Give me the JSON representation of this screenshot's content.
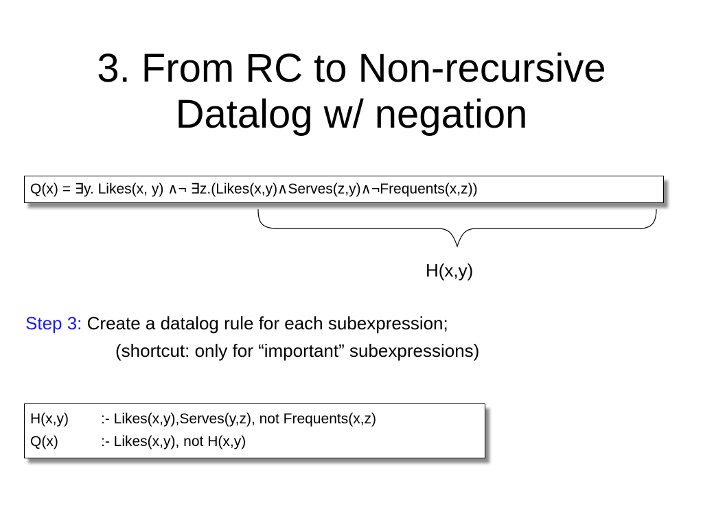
{
  "title": {
    "line1": "3. From RC to Non-recursive",
    "line2": "Datalog w/ negation"
  },
  "formula": "Q(x) = ∃y. Likes(x, y)  ∧¬ ∃z.(Likes(x,y)∧Serves(z,y)∧¬Frequents(x,z))",
  "brace_label": "H(x,y)",
  "step": {
    "label": "Step 3:",
    "text": "Create a datalog rule for each subexpression;",
    "note": "(shortcut: only for “important” subexpressions)"
  },
  "rules": [
    {
      "head": "H(x,y)",
      "body": ":- Likes(x,y),Serves(y,z), not Frequents(x,z)"
    },
    {
      "head": "Q(x)",
      "body": ":- Likes(x,y), not H(x,y)"
    }
  ]
}
